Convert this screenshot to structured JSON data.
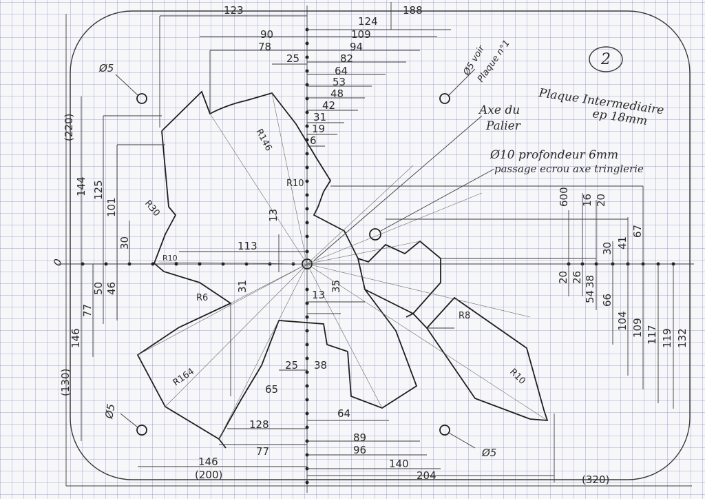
{
  "sheet_number": "2",
  "title": {
    "line1": "Plaque Intermediaire",
    "line2": "ep 18mm"
  },
  "annotations": {
    "axe_du_palier_1": "Axe du",
    "axe_du_palier_2": "Palier",
    "phi10_line1": "Ø10 profondeur 6mm",
    "phi10_line2": "passage ecrou axe tringlerie",
    "phi5_voir_1": "Ø5 voir",
    "phi5_voir_2": "Plaque n°1",
    "phi5_top_left": "Ø5",
    "phi5_bottom_left": "Ø5",
    "phi5_bottom_right": "Ø5",
    "axis_mark": "0"
  },
  "radii": {
    "r146": "R146",
    "r10_top": "R10",
    "r30": "R30",
    "r10_left": "R10",
    "r6": "R6",
    "r164": "R164",
    "r8": "R8",
    "r10_bottom": "R10"
  },
  "overall": {
    "width_ref": "(320)",
    "height_ref": "(220)",
    "lower_height_ref": "(130)",
    "lower_width_ref": "(200)"
  },
  "top_dims": [
    "123",
    "124",
    "188",
    "90",
    "109",
    "78",
    "94",
    "25",
    "82",
    "64",
    "53",
    "48",
    "42",
    "31",
    "19",
    "6"
  ],
  "left_dims": [
    "144",
    "125",
    "101",
    "30",
    "50",
    "46",
    "77",
    "146"
  ],
  "middle_dims": [
    "113",
    "13",
    "31",
    "35",
    "13",
    "25",
    "38",
    "65"
  ],
  "right_upper_dims": [
    "600",
    "16",
    "20",
    "30",
    "41",
    "67"
  ],
  "right_lower_dims": [
    "20",
    "26",
    "38",
    "54",
    "66",
    "104",
    "109",
    "117",
    "119",
    "132"
  ],
  "bottom_dims": [
    "64",
    "128",
    "89",
    "96",
    "77",
    "146",
    "140",
    "204"
  ]
}
